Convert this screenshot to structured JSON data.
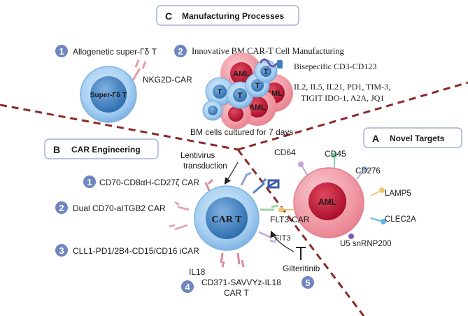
{
  "panels": {
    "manufacturing": {
      "letter": "C",
      "title": "Manufacturing Processes",
      "item1_num": "1",
      "item1_label": "Allogenetic super-Гδ T",
      "cell_label": "Super-Гδ T",
      "receptor_label": "NKG2D-CAR",
      "item2_num": "2",
      "item2_label": "Innovative BM CAR-T Cell Manufacturing",
      "bispecific_label": "Bisepecific CD3-CD123",
      "cytokines_line1": "IL2, IL5, IL21, PD1, TIM-3,",
      "cytokines_line2": "TIGIT IDO-1, A2A, JQ1",
      "culture_note": "BM cells cultured for 7 days",
      "aml_cell_label": "AML",
      "t_cell_label": "T"
    },
    "car_engineering": {
      "letter": "B",
      "title": "CAR Engineering",
      "lentivirus_line1": "Lentivirus",
      "lentivirus_line2": "transduction",
      "item1_num": "1",
      "item1_label": "CD70-CD8αH-CD27ζ CAR",
      "item2_num": "2",
      "item2_label": "Dual CD70-aITGB2 CAR",
      "item3_num": "3",
      "item3_label": "CLL1-PD1/2B4-CD15/CD16 iCAR",
      "cell_label": "CAR T",
      "il18_label": "IL18",
      "item4_num": "4",
      "item4_line1": "CD371-SAVVYz-IL18",
      "item4_line2": "CAR T"
    },
    "novel_targets": {
      "letter": "A",
      "title": "Novel Targets",
      "cell_label": "AML",
      "markers": {
        "cd64": "CD64",
        "cd45": "CD45",
        "cd276": "CD276",
        "lamp5": "LAMP5",
        "clec2a": "CLEC2A",
        "u5": "U5 snRNP200"
      },
      "flt3car_label": "FLT3-CAR",
      "fit3_label": "FIT3",
      "drug_label": "Gilteritinib",
      "item5_num": "5"
    }
  },
  "colors": {
    "divider": "#8b2a2a",
    "number_badge": "#7086c0",
    "tcell_fill": "#8fc0ea",
    "tcell_nucleus": "#3a7ec0",
    "aml_fill": "#f09aa4",
    "aml_nucleus": "#c81e3a"
  }
}
